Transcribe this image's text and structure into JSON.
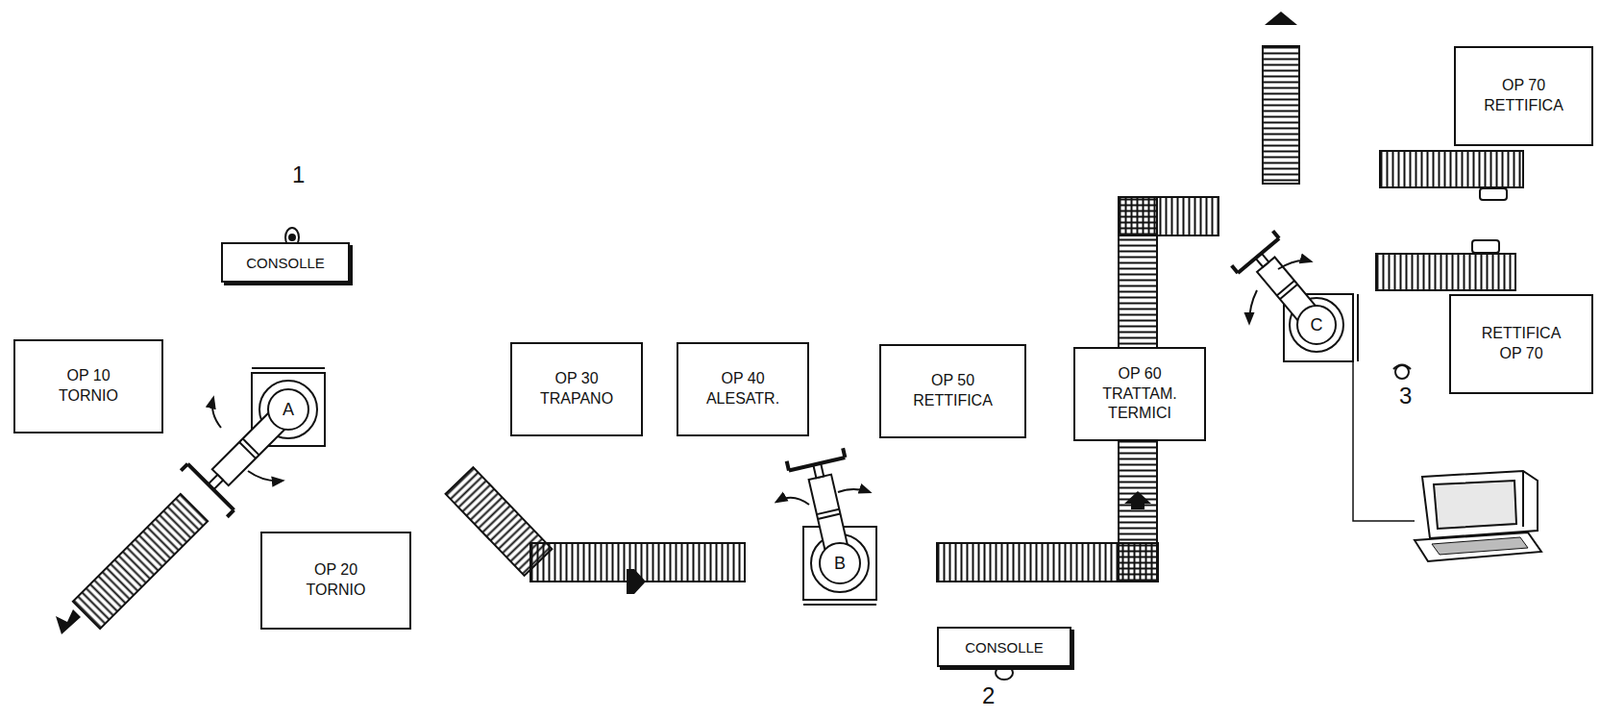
{
  "diagram": {
    "nodes": [
      {
        "text": [
          "OP 70 RETTIFICA"
        ]
      },
      {
        "text": [
          "CONSOLLE"
        ]
      },
      {
        "text": [
          "OP 10 TORNIO"
        ]
      },
      {
        "text": [
          "A"
        ]
      },
      {
        "text": [
          "OP 30 TRAPANO"
        ]
      },
      {
        "text": [
          "OP 40 ALESATR."
        ]
      },
      {
        "text": [
          "OP 50 RETTIFICA"
        ]
      },
      {
        "text": [
          "OP 60 TRATTAM. TERMICI"
        ]
      },
      {
        "text": [
          "C"
        ]
      },
      {
        "text": [
          "RETTIFICA OP 70"
        ]
      },
      {
        "text": [
          "OP 20 TORNIO"
        ]
      },
      {
        "text": [
          "B"
        ]
      },
      {
        "text": [
          "CONSOLLE"
        ]
      }
    ],
    "labels": [
      "1",
      "2",
      "3"
    ]
  }
}
